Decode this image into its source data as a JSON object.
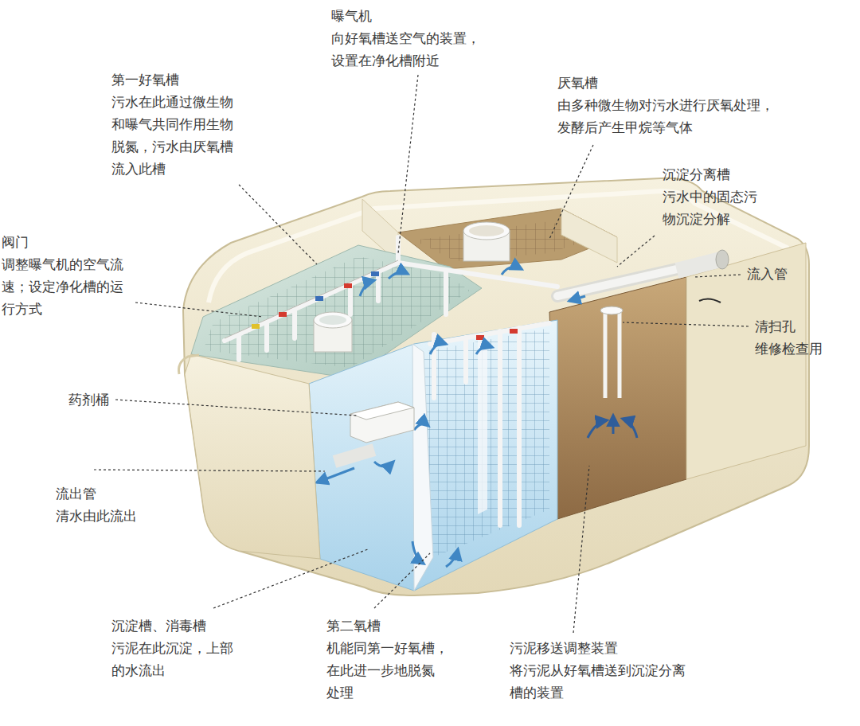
{
  "diagram": {
    "labels": [
      "曝气机",
      "向好氧槽送空气的装置， 设置在净化槽附近",
      "第一好氧槽",
      "污水在此通过微生物 和曝气共同作用生物 脱氮，污水由厌氧槽 流入此槽",
      "厌氧槽",
      "由多种微生物对污水进行厌氧处理， 发酵后产生甲烷等气体",
      "沉淀分离槽",
      "污水中的固态污 物沉淀分解",
      "阀门",
      "调整曝气机的空气流 速；设定净化槽的运 行方式",
      "流入管",
      "清扫孔",
      "维修检查用",
      "药剂桶",
      "流出管",
      "清水由此流出",
      "沉淀槽、消毒槽",
      "污泥在此沉淀，上部 的水流出",
      "第二氧槽",
      "机能同第一好氧槽， 在此进一步地脱氮 处理",
      "污泥移送调整装置",
      "将污泥从好氧槽送到沉淀分离 槽的装置"
    ]
  }
}
